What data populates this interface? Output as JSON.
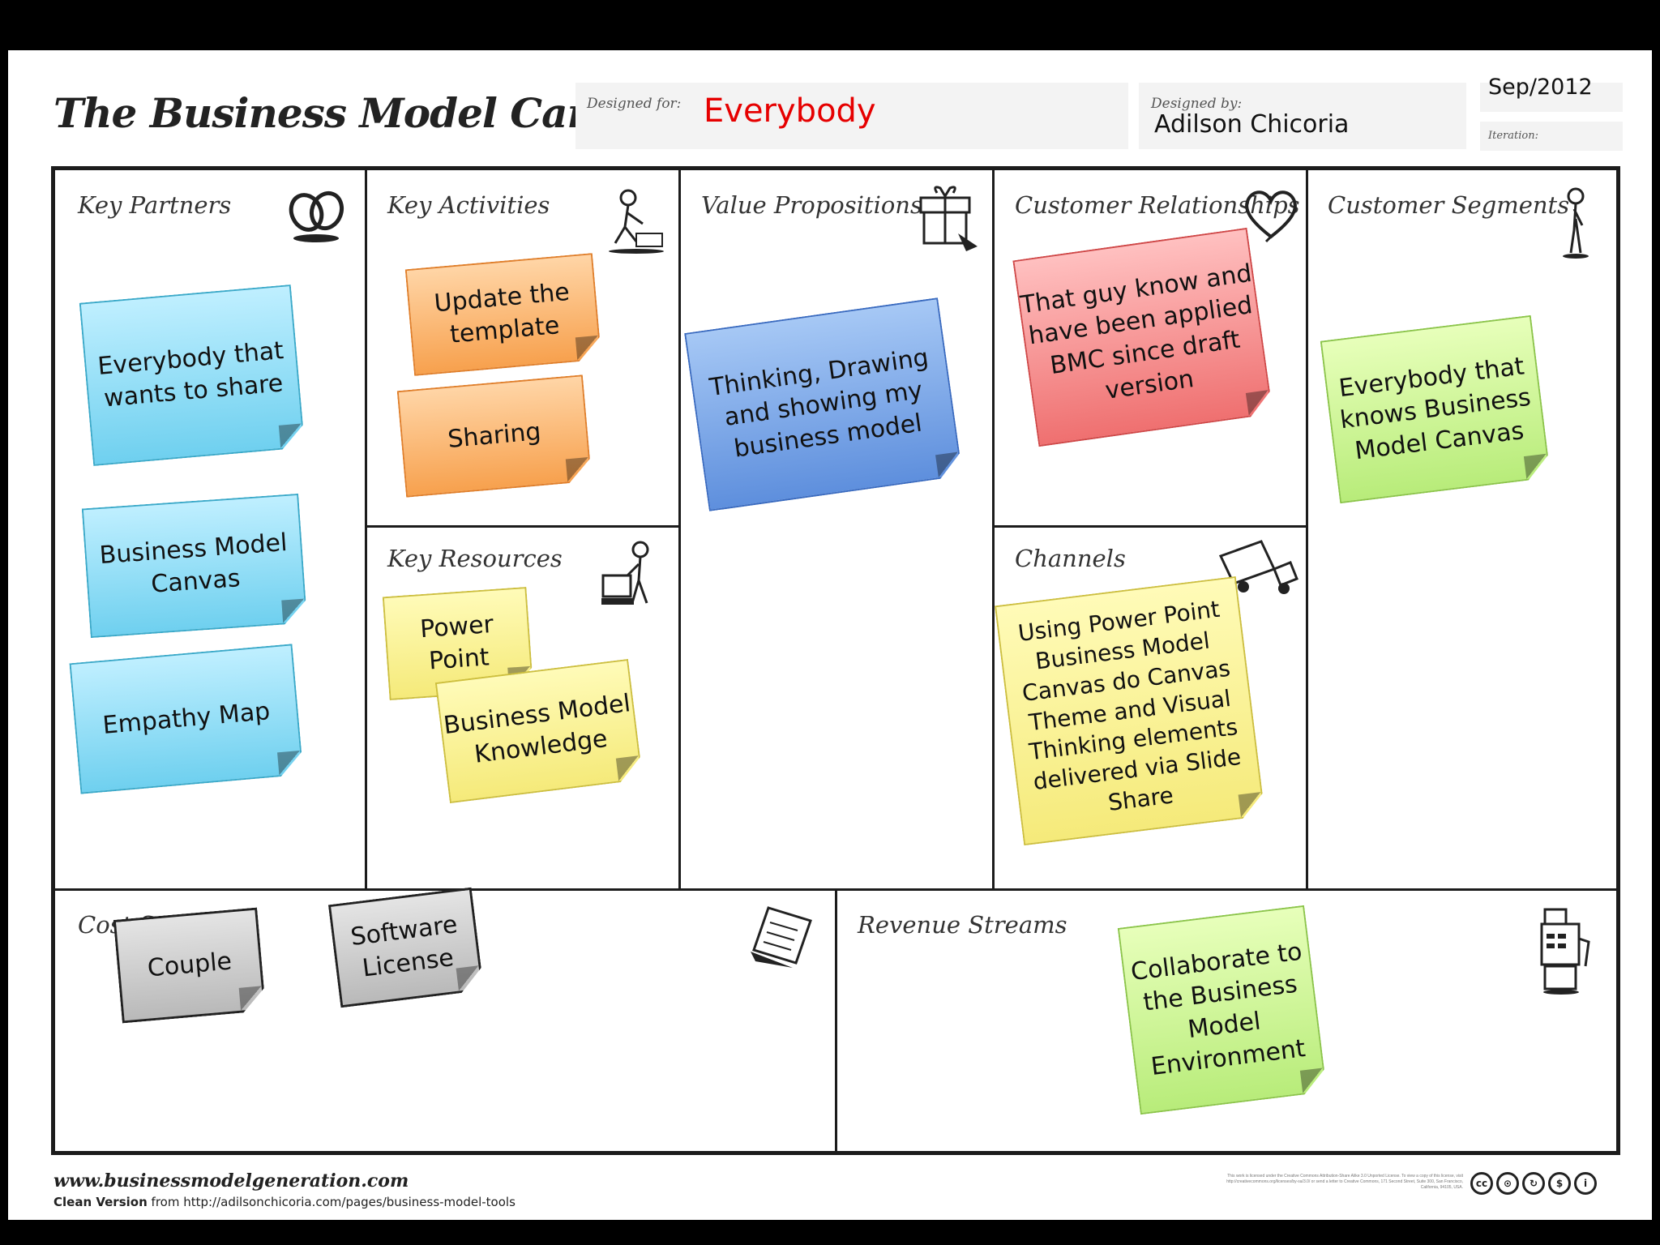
{
  "header": {
    "title": "The Business Model Canvas",
    "designed_for_label": "Designed for:",
    "designed_for_value": "Everybody",
    "designed_by_label": "Designed by:",
    "designed_by_value": "Adilson Chicoria",
    "date_value": "Sep/2012",
    "iteration_label": "Iteration:"
  },
  "blocks": {
    "key_partners": "Key Partners",
    "key_activities": "Key Activities",
    "value_propositions": "Value Propositions",
    "customer_relationships": "Customer Relationships",
    "customer_segments": "Customer Segments",
    "key_resources": "Key Resources",
    "channels": "Channels",
    "cost_structure": "Cost St",
    "revenue_streams": "Revenue Streams"
  },
  "notes": {
    "kp1": "Everybody that wants to share",
    "kp2": "Business Model Canvas",
    "kp3": "Empathy Map",
    "ka1": "Update the template",
    "ka2": "Sharing",
    "vp1": "Thinking, Drawing and showing my business model",
    "cr1": "That guy know and have been applied BMC since draft version",
    "cs1": "Everybody that knows Business Model Canvas",
    "kr1": "Power Point",
    "kr2": "Business Model Knowledge",
    "ch1": "Using Power Point Business Model Canvas do Canvas Theme and Visual Thinking elements delivered via Slide Share",
    "cost1": "Couple",
    "cost2": "Software License",
    "rev1": "Collaborate to the Business Model Environment"
  },
  "footer": {
    "site": "www.businessmodelgeneration.com",
    "clean_label": "Clean Version",
    "clean_rest": " from http://adilsonchicoria.com/pages/business-model-tools",
    "license_text": "This work is licensed under the Creative Commons Attribution-Share Alike 3.0 Unported License. To view a copy of this license, visit http://creativecommons.org/licenses/by-sa/3.0/ or send a letter to Creative Commons, 171 Second Street, Suite 300, San Francisco, California, 94105, USA."
  },
  "icons": [
    "rings-icon",
    "person-working-icon",
    "gift-icon",
    "heart-icon",
    "person-standing-icon",
    "person-lifting-icon",
    "truck-icon",
    "receipt-icon",
    "cash-register-icon",
    "cc-icon",
    "by-icon",
    "sa-icon",
    "nc-icon",
    "info-icon"
  ]
}
